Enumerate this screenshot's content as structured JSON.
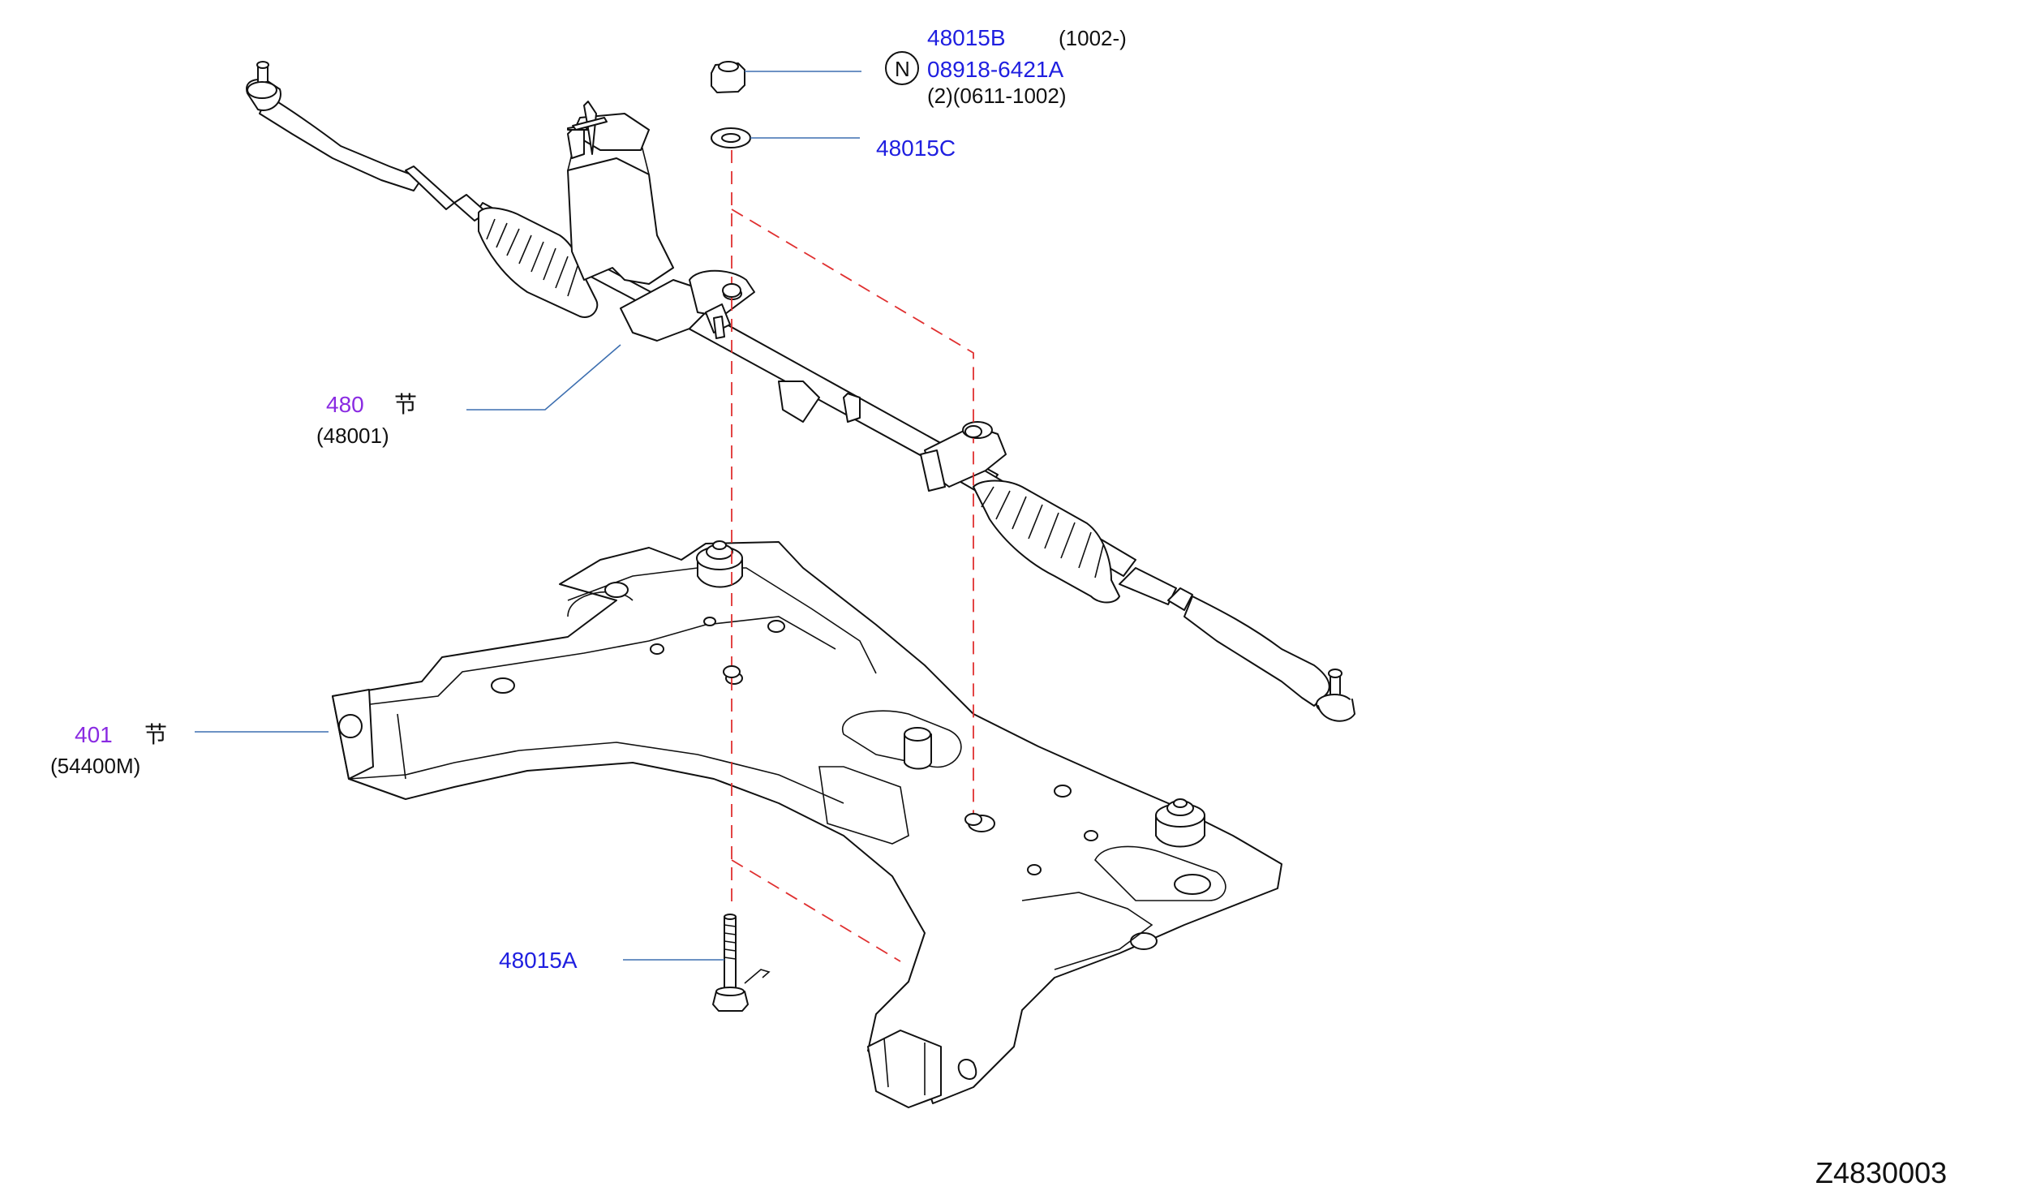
{
  "callouts": {
    "nut_part": "48015B",
    "nut_range": "(1002-)",
    "n_mark": "N",
    "nut_alt_part": "08918-6421A",
    "nut_alt_range": "(2)(0611-1002)",
    "washer_part": "48015C",
    "gear_group": "480",
    "gear_mark": "节",
    "gear_part": "(48001)",
    "member_group": "401",
    "member_mark": "节",
    "member_part": "(54400M)",
    "bolt_part": "48015A"
  },
  "diagram_id": "Z4830003",
  "colors": {
    "part_number": "#1f1fe0",
    "group_number": "#8a2be2",
    "leader_line": "#3d6fb0",
    "alignment_line": "#e03030"
  }
}
